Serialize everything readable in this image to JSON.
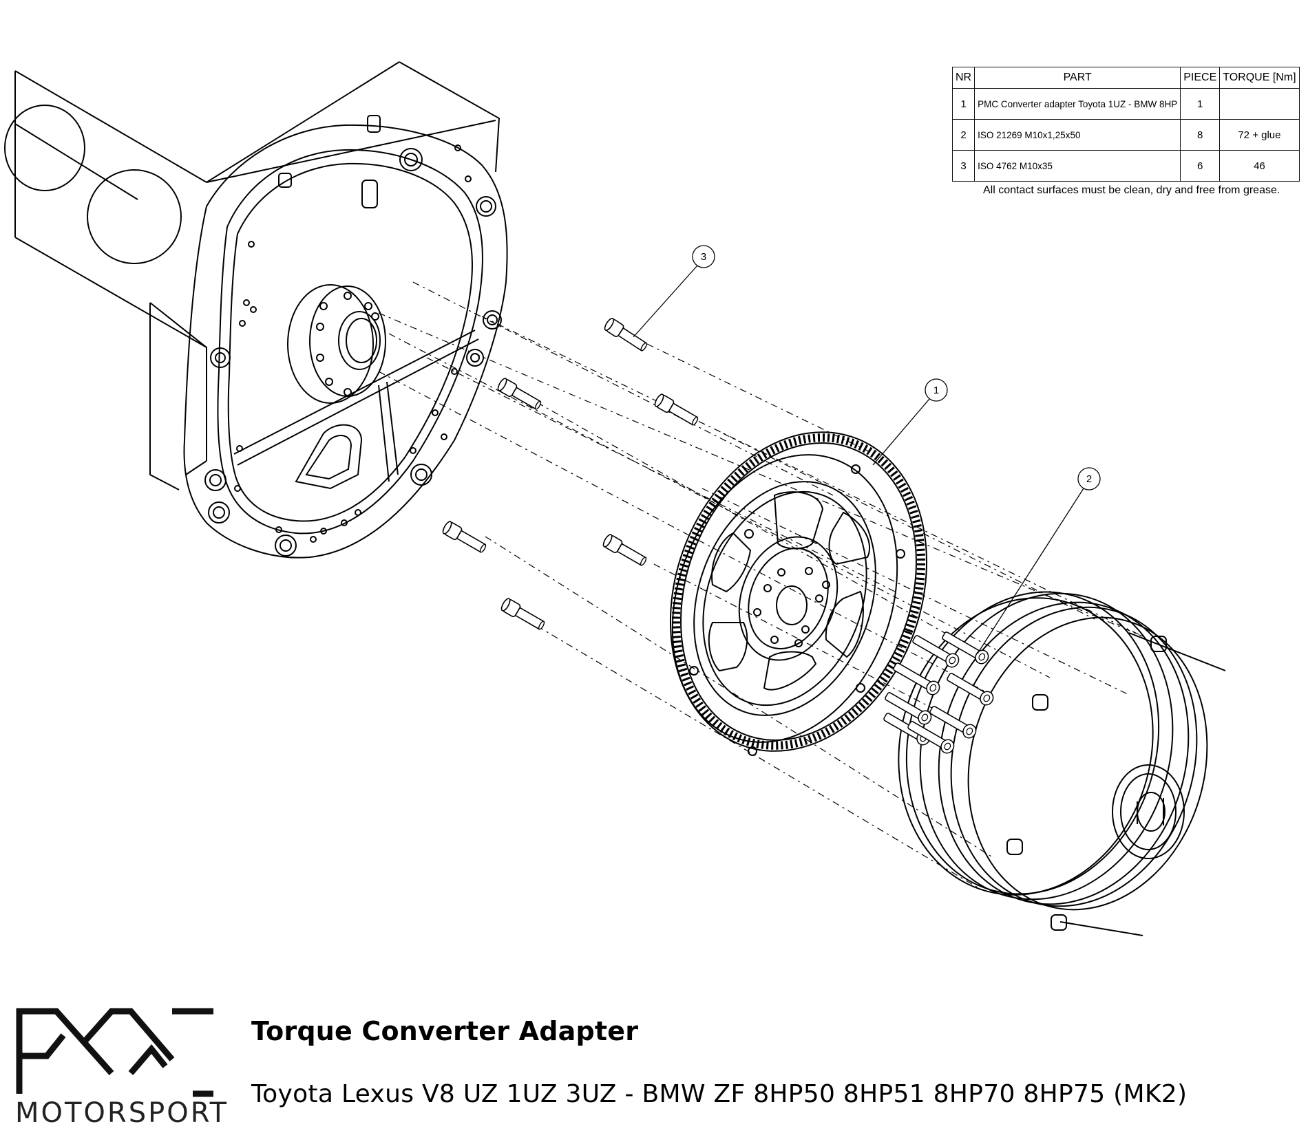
{
  "bom": {
    "headers": [
      "NR",
      "PART",
      "PIECE",
      "TORQUE [Nm]"
    ],
    "rows": [
      {
        "nr": "1",
        "part": "PMC Converter adapter Toyota 1UZ - BMW 8HP",
        "piece": "1",
        "torque": ""
      },
      {
        "nr": "2",
        "part": "ISO 21269 M10x1,25x50",
        "piece": "8",
        "torque": "72 + glue"
      },
      {
        "nr": "3",
        "part": "ISO 4762 M10x35",
        "piece": "6",
        "torque": "46"
      }
    ],
    "note": "All contact surfaces must be clean, dry and free from grease."
  },
  "callouts": [
    "1",
    "2",
    "3"
  ],
  "brand": {
    "word": "MOTORSPORT"
  },
  "footer": {
    "title": "Torque Converter Adapter",
    "subtitle": "Toyota Lexus V8 UZ 1UZ 3UZ - BMW ZF 8HP50 8HP51 8HP70 8HP75 (MK2)"
  }
}
